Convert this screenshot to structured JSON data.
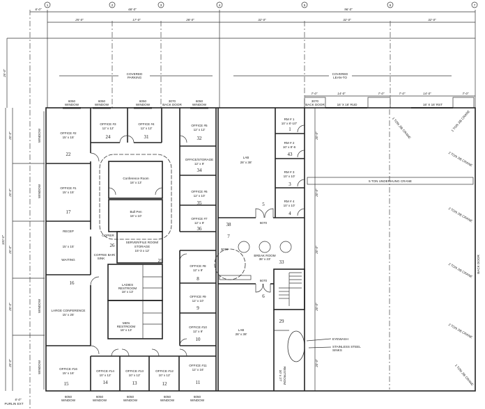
{
  "grid_markers": [
    "1",
    "2",
    "3",
    "4",
    "5",
    "6",
    "7"
  ],
  "dimensions": {
    "top_overall": [
      "6'-0\"",
      "68'-0\"",
      "96'-0\""
    ],
    "top_bays": [
      "25'-0\"",
      "17'-0\"",
      "28'-0\"",
      "32'-0\"",
      "32'-0\"",
      "32'-0\""
    ],
    "covered_depth": "25'-0\"",
    "left_overall": "100'-0\"",
    "left_bays": [
      "20'-0\"",
      "20'-0\"",
      "20'-0\"",
      "20'-0\"",
      "20'-0\""
    ],
    "right_bays": [
      "20'-0\"",
      "20'-0\"",
      "20'-0\"",
      "20'-0\"",
      "20'-0\""
    ],
    "door_bays": [
      "7'-0\"",
      "14'-0\"",
      "7'-0\"",
      "7'-0\"",
      "14'-0\"",
      "7'-0\""
    ],
    "purlin": "6'-0\"",
    "purlin_label": "PURLIN EXT"
  },
  "covered": {
    "parking": [
      "COVERED",
      "PARKING"
    ],
    "lean_to": [
      "COVERED",
      "LEAN-TO"
    ]
  },
  "openings": {
    "window": [
      "6050",
      "WINDOW"
    ],
    "back_door": [
      "3070",
      "BACK DOOR"
    ],
    "door_3070": "3070",
    "door_6070": "6070",
    "rud": "16' X 16' RUD",
    "rst": "16' X 16' RST"
  },
  "rooms": {
    "office2": {
      "name": "OFFICE #2",
      "size": "15' x 15'",
      "num": "22"
    },
    "office1": {
      "name": "OFFICE #1",
      "size": "15' x 15'",
      "num": "17"
    },
    "recep": {
      "name": "RECEP",
      "size": "15' x 15'",
      "sub": "WAITING"
    },
    "large_conf": {
      "name": "LARGE CONFERENCE",
      "size": "15' x 25'",
      "num": "16"
    },
    "office16": {
      "name": "OFFICE #16",
      "size": "15' x 16'",
      "num": "15"
    },
    "office3": {
      "name": "OFFICE #3",
      "size": "12' x 12'",
      "num": "24"
    },
    "office4": {
      "name": "OFFICE #4",
      "size": "12' x 12'",
      "num": "31"
    },
    "office5": {
      "name": "OFFICE #5",
      "size": "12' x 12'",
      "num": "32"
    },
    "storage": {
      "name": "OFFICE/STORAGE",
      "size": "12' x 9'",
      "num": "34"
    },
    "office6": {
      "name": "OFFICE #6",
      "size": "12' x 10'",
      "num": "35"
    },
    "office7": {
      "name": "OFFICE #7",
      "size": "12' x 9'",
      "num": "36"
    },
    "conference": {
      "name": "Conference Room",
      "size": "18' x 13'"
    },
    "bullpen": {
      "name": "Bull Pen",
      "size": "18' x 10'"
    },
    "server": {
      "name1": "SERVER/FILE ROOM/",
      "name2": "STORAGE",
      "size": "15'-3 x 12'",
      "num": "25"
    },
    "coffee": {
      "name1": "COFFEE BAR/",
      "name2": "SINK",
      "num": "26",
      "copier": "COPIER"
    },
    "ladies": {
      "name1": "LADIES",
      "name2": "RESTROOM",
      "size": "18' x 13'"
    },
    "mens": {
      "name1": "MEN",
      "name2": "RESTROOM",
      "size": "18' x 13'"
    },
    "office8": {
      "name": "OFFICE #8",
      "size": "12' x 9'",
      "num": "8"
    },
    "office9": {
      "name": "OFFICE #9",
      "size": "12' x 10'",
      "num": "9"
    },
    "office10": {
      "name": "OFFICE #10",
      "size": "12' x 9'",
      "num": "10"
    },
    "office11": {
      "name": "OFFICE #11",
      "size": "12' x 16'",
      "num": "11"
    },
    "office14": {
      "name": "OFFICE #14",
      "size": "10' x 12'",
      "num": "14"
    },
    "office13": {
      "name": "OFFICE #13",
      "size": "10' x 12'",
      "num": "13"
    },
    "office12": {
      "name": "OFFICE #12",
      "size": "10' x 12'",
      "num": "12"
    },
    "lab_upper": {
      "name": "LAB",
      "size": "28' x 38'",
      "num": "5"
    },
    "rm1": {
      "name": "RM # 1",
      "size": "10' x 8'-10\"",
      "num": "1"
    },
    "rm2": {
      "name": "RM # 2",
      "size": "10' x 8'-6",
      "num": "43"
    },
    "rm3": {
      "name": "RM # 3",
      "size": "10' x 10'",
      "num": "3"
    },
    "rm4": {
      "name": "RM # 4",
      "size": "10' x 10'",
      "num": "4"
    },
    "corridor": {
      "num_a": "38",
      "num_b": "7",
      "num_c": "33"
    },
    "break": {
      "name": "BREAK ROOM",
      "size": "38' x 23'",
      "num": "6"
    },
    "lab_lower": {
      "name": "LAB",
      "size": "28' x 38'"
    },
    "restroom": {
      "name": "RESTROOM",
      "size": "10' x 27'",
      "num": "29"
    }
  },
  "shop": {
    "crane_main": "5 TON UNDERHUNG CRANE",
    "jib_cranes": [
      "1 TON JIB CRANE",
      "2 TON JIB CRANE",
      "2 TON JIB CRANE",
      "2 TON JIB CRANE",
      "2 TON JIB CRANE",
      "1 TON JIB CRANE"
    ],
    "eyewash": "EYEWASH",
    "sinks": [
      "STAINLESS STEEL",
      "SINKS"
    ]
  }
}
